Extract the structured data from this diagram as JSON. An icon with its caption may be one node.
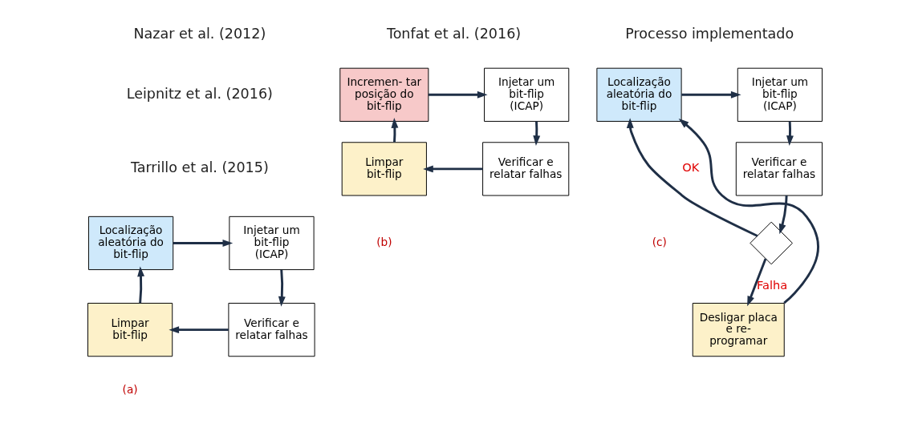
{
  "diagram": {
    "nodes": [
      {
        "text": [
          "Localização aleatória do bit-flip"
        ]
      },
      {
        "text": [
          "Injetar um bit-flip (ICAP)"
        ]
      },
      {
        "text": [
          "Limpar bit-flip"
        ]
      },
      {
        "text": [
          "Verificar e relatar falhas"
        ]
      },
      {
        "text": [
          "Incremen- tar posição do bit-flip"
        ]
      },
      {
        "text": [
          "Injetar um bit-flip (ICAP)"
        ]
      },
      {
        "text": [
          "Limpar bit-flip"
        ]
      },
      {
        "text": [
          "Verificar e relatar falhas"
        ]
      },
      {
        "text": [
          "Localização aleatória do bit-flip"
        ]
      },
      {
        "text": [
          "Injetar um bit-flip (ICAP)"
        ]
      },
      {
        "text": [
          "Verificar e relatar falhas"
        ]
      },
      {
        "text": [],
        "shape": "diamond"
      },
      {
        "text": [
          "Desligar placa e re- programar"
        ]
      }
    ],
    "edges": [
      {
        "from": 0,
        "to": 1,
        "arrow": "to"
      },
      {
        "from": 1,
        "to": 3,
        "arrow": "to"
      },
      {
        "from": 3,
        "to": 2,
        "arrow": "to"
      },
      {
        "from": 2,
        "to": 0,
        "arrow": "to"
      },
      {
        "from": 4,
        "to": 5,
        "arrow": "to"
      },
      {
        "from": 5,
        "to": 7,
        "arrow": "to"
      },
      {
        "from": 7,
        "to": 6,
        "arrow": "to"
      },
      {
        "from": 6,
        "to": 4,
        "arrow": "to"
      },
      {
        "from": 8,
        "to": 9,
        "arrow": "to"
      },
      {
        "from": 9,
        "to": 10,
        "arrow": "to"
      },
      {
        "from": 10,
        "to": 11,
        "arrow": "to"
      },
      {
        "from": 11,
        "to": 8,
        "arrow": "to",
        "label": "OK"
      },
      {
        "from": 11,
        "to": 12,
        "arrow": "to",
        "label": "Falha"
      },
      {
        "from": 12,
        "to": 8,
        "arrow": "to"
      }
    ],
    "labels": [
      "Nazar et al. (2012)",
      "Leipnitz et al. (2016)",
      "Tarrillo et al. (2015)",
      "(a)",
      "Tonfat et al. (2016)",
      "(b)",
      "Processo implementado",
      "(c)"
    ]
  }
}
